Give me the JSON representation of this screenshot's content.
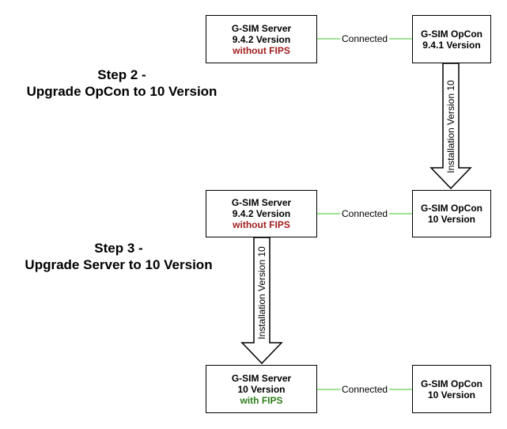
{
  "colors": {
    "fips_red": "#a01e1e",
    "fips_green": "#2e7d1a",
    "connector_green": "#7cdd6e"
  },
  "steps": {
    "step2": {
      "line1": "Step 2 -",
      "line2": "Upgrade OpCon to 10 Version"
    },
    "step3": {
      "line1": "Step 3 -",
      "line2": "Upgrade Server to 10 Version"
    }
  },
  "rows": {
    "row1": {
      "server": {
        "line1": "G-SIM Server",
        "line2": "9.4.2 Version",
        "line3": "without FIPS"
      },
      "connection": "Connected",
      "opcon": {
        "line1": "G-SIM OpCon",
        "line2": "9.4.1 Version"
      }
    },
    "row2": {
      "server": {
        "line1": "G-SIM Server",
        "line2": "9.4.2 Version",
        "line3": "without FIPS"
      },
      "connection": "Connected",
      "opcon": {
        "line1": "G-SIM OpCon",
        "line2": "10 Version"
      }
    },
    "row3": {
      "server": {
        "line1": "G-SIM Server",
        "line2": "10 Version",
        "line3": "with FIPS"
      },
      "connection": "Connected",
      "opcon": {
        "line1": "G-SIM OpCon",
        "line2": "10 Version"
      }
    }
  },
  "arrows": {
    "arrow1": "Installation Version 10",
    "arrow2": "Installation Version 10"
  }
}
